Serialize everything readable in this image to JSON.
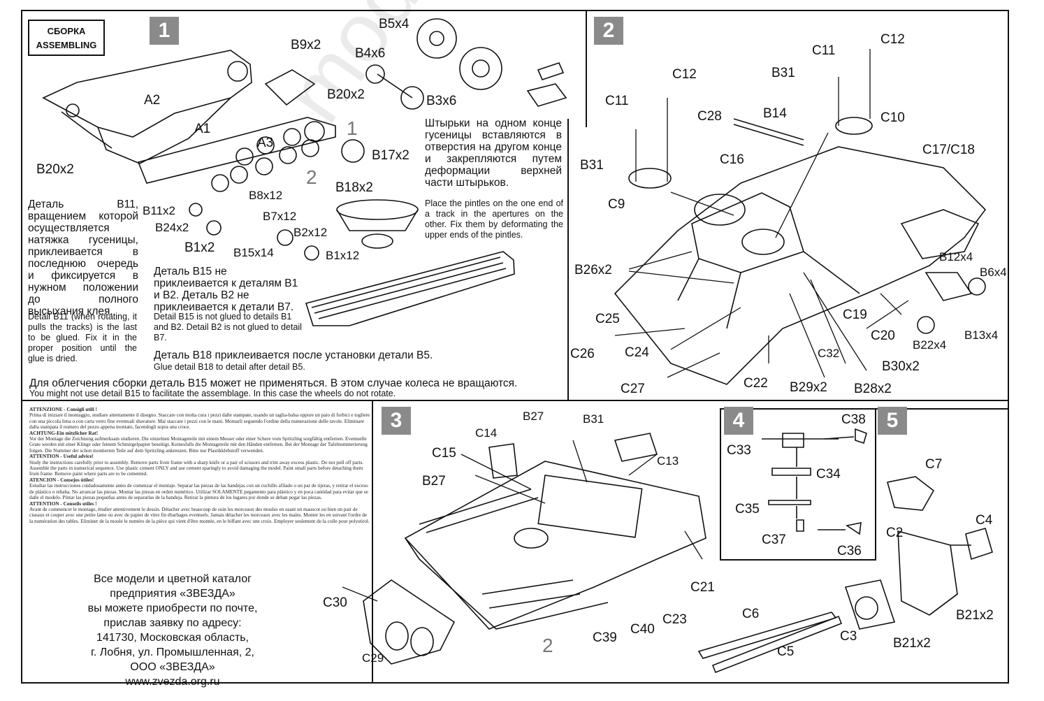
{
  "header": {
    "ru": "СБОРКА",
    "en": "ASSEMBLING"
  },
  "steps": [
    "1",
    "2",
    "3",
    "4",
    "5"
  ],
  "step1": {
    "labels": {
      "b5": "B5x4",
      "b4": "B4x6",
      "b9": "B9x2",
      "b20a": "B20x2",
      "b3": "B3x6",
      "a2": "A2",
      "a1": "A1",
      "a3": "A3",
      "b20b": "B20x2",
      "b17": "B17x2",
      "b18": "B18x2",
      "b8": "B8x12",
      "b11": "B11x2",
      "b24": "B24x2",
      "b7": "B7x12",
      "b2": "B2x12",
      "b1a": "B1x2",
      "b15": "B15x14",
      "b1b": "B1x12",
      "num1": "1",
      "num2": "2"
    },
    "b11_note_ru": "Деталь В11, вращением которой осуществляется натяжка гусеницы, приклеивается в последнюю очередь и фиксируется в нужном положении до полного высыхания клея.",
    "b11_note_en": "Detail B11 (when rotating, it pulls the tracks) is the last to be glued. Fix it in the proper position until the glue is dried.",
    "b15_note_ru": "Деталь В15 не приклеивается к деталям В1 и В2. Деталь В2 не приклеивается к детали В7.",
    "b15_note_en": "Detail B15 is not glued to details B1 and B2. Detail B2 is not glued to detail B7.",
    "pins_note_ru": "Штырьки на одном конце гусеницы вставляются в отверстия на другом конце и закрепляются путем деформации верхней части штырьков.",
    "pins_note_en": "Place the pintles on the one end of a track in the apertures on the other. Fix them by deformating the upper ends of the pintles.",
    "b18_note_ru": "Деталь В18 приклеивается после установки детали В5.",
    "b18_note_en": "Glue detail B18 to detail after detail B5.",
    "b15_opt_ru": "Для облегчения сборки деталь В15 может не применяться. В этом случае колеса не вращаются.",
    "b15_opt_en": "You might not use detail B15 to facilitate the assemblage. In this case the wheels do not rotate."
  },
  "step2": {
    "labels": {
      "c12a": "C12",
      "c11a": "C11",
      "b31a": "B31",
      "c9": "C9",
      "c28": "C28",
      "b14": "B14",
      "b31b": "B31",
      "c11b": "C11",
      "c12b": "C12",
      "c10": "C10",
      "c17": "C17/C18",
      "c16": "C16",
      "b26": "B26x2",
      "c25": "C25",
      "c26": "C26",
      "c24": "C24",
      "c27": "C27",
      "c22": "C22",
      "b29": "B29x2",
      "c32": "C32",
      "b28": "B28x2",
      "b30": "B30x2",
      "c20": "C20",
      "c19": "C19",
      "b12": "B12x4",
      "b6": "B6x4",
      "b22": "B22x4",
      "b13": "B13x4"
    }
  },
  "step3": {
    "labels": {
      "b27a": "B27",
      "b31": "B31",
      "c14": "C14",
      "c15": "C15",
      "c13": "C13",
      "b27b": "B27",
      "c21": "C21",
      "c23": "C23",
      "c40": "C40",
      "c39": "C39",
      "c30": "C30",
      "c29": "C29",
      "num2": "2"
    }
  },
  "step4": {
    "labels": {
      "c38": "C38",
      "c33": "C33",
      "c34": "C34",
      "c35": "C35",
      "c37": "C37",
      "c36": "C36"
    }
  },
  "step5": {
    "labels": {
      "c7": "C7",
      "c4": "C4",
      "c2": "C2",
      "b21a": "B21x2",
      "b21b": "B21x2",
      "c3": "C3",
      "c6": "C6",
      "c5": "C5"
    }
  },
  "warnings": [
    {
      "head": "ATTENZIONE - Consigli utili !",
      "body": "Prima di iniziare il montaggio, studiare attentamente il disegno. Staccare con molta cura i pezzi dalle stampate, usando un taglia-balsa oppure un paio di forbici e togliere con una piccola lima o con carta vetro fine eventuali sbavature. Mai staccare i pezzi con le mani. Montarli seguendo l'ordine della numerazione delle tavole. Eliminare dalla stampata il numero del pezzo appena montato, facendogli sopra una croce."
    },
    {
      "head": "ACHTUNG-Ein nützlicher Rat!",
      "body": "Vor der Montage die Zeichnung aufmerksam studieren. Die einzelnen Montageteile mit einem Messer oder einer Schere vom Spritzling sorgfältig entfernen. Eventuelle Grate werden mit einer Klinge oder feinem Schmirgelpapier beseitigt. Keinesfalls die Montageteile mit den Händen entfernen. Bei der Montage der Tafelnummerierung folgen. Die Nummer der schon montierten Teile auf dem Spritzling ankreuzen. Bitte nur Plastikklebstoff verwenden."
    },
    {
      "head": "ATTENTION - Useful advice!",
      "body": "Study the instructions carefully prior to assembly. Remove parts from frame with a sharp knife or a pair of scissors and trim away excess plastic. Do not pull off parts. Assemble the parts in numerical sequence. Use plastic cement ONLY and use cement sparingly to avoid damaging the model. Paint small parts before detaching them from frame. Remove paint where parts are to be cemented."
    },
    {
      "head": "ATENCION - Consejos útiles!",
      "body": "Estudiar las instrucciones cuidadosamente antes de comenzar el montaje. Separar las piezas de las bandejas con un cuchillo afilado o un par de tijeras, y retirar el exceso de plástico o rebaba. No arrancar las piezas. Montar las piezas en orden numérico. Utilizar SOLAMENTE pegamento para plástico y en poca cantidad para evitar que se dañe el modelo. Pintar las piezas pequeñas antes de separarlas de la bandeja. Retirar la pintura de los lugares por donde se deban pegar las piezas."
    },
    {
      "head": "ATTENTION - Conseils utiles !",
      "body": "Avant de commencer le montage, étudier attentivement le dessin. Détacher avec beaucoup de soin les morceaux des moules en usant un mauscot ou bien un pair de ciseaux et couper avec une petite lame ou avec de papier de vitre fin ébarbages eventuels. Jamais détacher les morceaux avec les mains. Monter les en suivant l'ordre de la numération des tables. Eliminer de la moule le numéro de la pièce qui vient d'être montée, en le biffant avec une croix. Employer seulement de la colle pour polystirol."
    }
  ],
  "company": {
    "line1": "Все модели и цветной каталог",
    "line2": "предприятия «ЗВЕЗДА»",
    "line3": "вы можете приобрести по почте,",
    "line4": "прислав заявку по адресу:",
    "line5": "141730, Московская область,",
    "line6": "г. Лобня, ул. Промышленная, 2,",
    "line7": "ООО «ЗВЕЗДА»",
    "line8": "www.zvezda.org.ru"
  },
  "watermark": "modeland.com.ua"
}
